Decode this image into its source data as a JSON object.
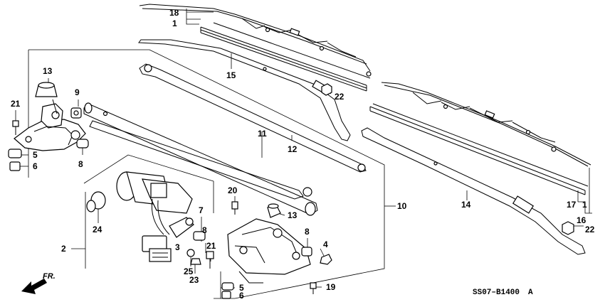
{
  "callouts": {
    "c18": "18",
    "c1a": "1",
    "c15": "15",
    "c22a": "22",
    "c13a": "13",
    "c9": "9",
    "c21a": "21",
    "c5a": "5",
    "c6a": "6",
    "c8a": "8",
    "c11": "11",
    "c12": "12",
    "c10": "10",
    "c20": "20",
    "c13b": "13",
    "c7": "7",
    "c8b": "8",
    "c3": "3",
    "c21b": "21",
    "c25": "25",
    "c23": "23",
    "c24": "24",
    "c2": "2",
    "c8c": "8",
    "c4": "4",
    "c19": "19",
    "c5b": "5",
    "c6b": "6",
    "c14": "14",
    "c17": "17",
    "c1b": "1",
    "c16": "16",
    "c22b": "22"
  },
  "front_arrow_label": "FR.",
  "diagram_code": "SS07–B1400",
  "diagram_code_suffix": "A"
}
